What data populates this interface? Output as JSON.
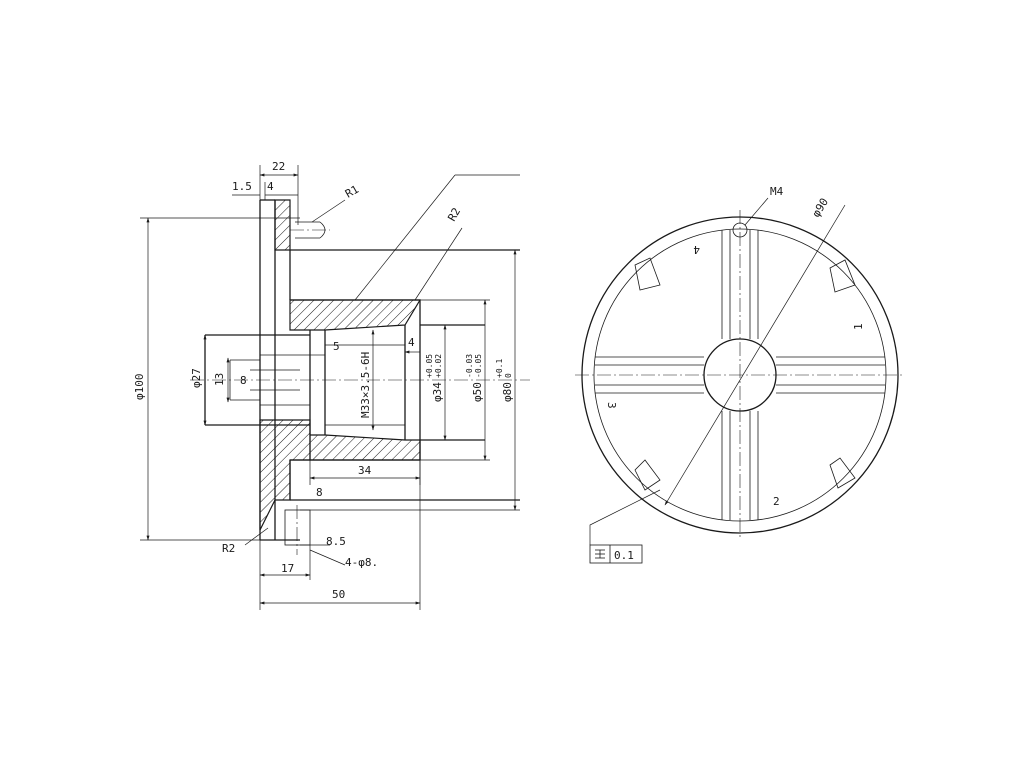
{
  "section_view": {
    "dimensions": {
      "overall_width": "22",
      "flange_thickness": "1.5",
      "step": "4",
      "fillet_top": "R1",
      "fillet_inner": "R2",
      "fillet_bottom": "R2",
      "outer_diameter": "φ100",
      "hub_diameter": "φ27",
      "hub_bore": "13",
      "slot_width": "8",
      "groove": "5",
      "chamfer": "4",
      "thread": "M33×3.5-6H",
      "bore_34": "φ34",
      "bore_34_upper": "+0.05",
      "bore_34_lower": "+0.02",
      "bore_50": "φ50",
      "bore_50_upper": "-0.03",
      "bore_50_lower": "-0.05",
      "bore_80": "φ80",
      "bore_80_upper": "+0.1",
      "bore_80_lower": "0",
      "hub_length": "34",
      "rim_offset": "8",
      "hole_depth": "8.5",
      "holes": "4-φ8.",
      "hole_position": "17",
      "total_length": "50"
    }
  },
  "front_view": {
    "labels": {
      "tapped_hole": "M4",
      "circle_diameter": "φ90",
      "mark_1": "1",
      "mark_2": "2",
      "mark_3": "3",
      "mark_4": "4"
    },
    "tolerance": {
      "value": "0.1"
    }
  }
}
